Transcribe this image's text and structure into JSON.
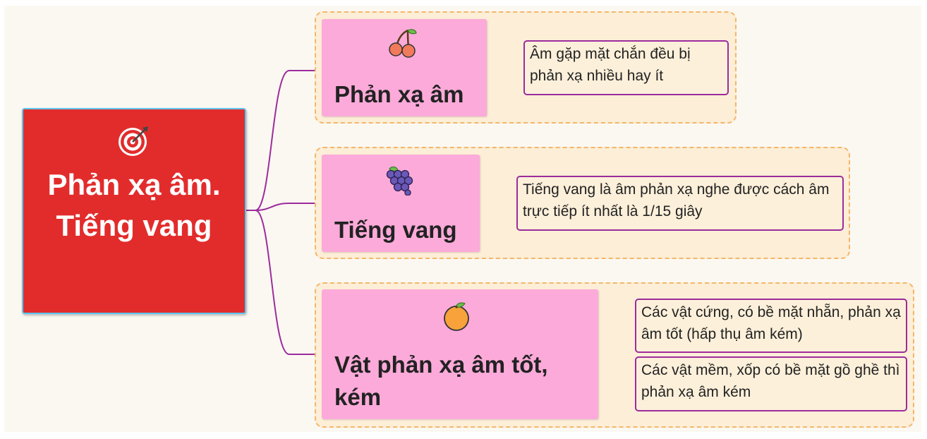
{
  "root": {
    "title": "Phản xạ âm. Tiếng vang",
    "icon": "target-icon"
  },
  "topics": [
    {
      "label": "Phản xạ âm",
      "icon": "cherry-icon",
      "notes": [
        "Âm gặp mặt chắn đều bị phản xạ nhiều hay ít"
      ]
    },
    {
      "label": "Tiếng vang",
      "icon": "grapes-icon",
      "notes": [
        "Tiếng vang là âm phản xạ nghe được cách âm trực tiếp ít nhất là 1/15 giây"
      ]
    },
    {
      "label": "Vật phản xạ âm tốt, kém",
      "icon": "orange-icon",
      "notes": [
        "Các vật cứng, có bề mặt nhẵn, phản xạ âm tốt (hấp thụ âm kém)",
        "Các vật mềm, xốp có bề mặt gồ ghề thì phản xạ âm kém"
      ]
    }
  ],
  "colors": {
    "root": "#e22c2c",
    "topic": "#fcaad9",
    "group": "#fdeed7",
    "link": "#9c2c9c"
  }
}
